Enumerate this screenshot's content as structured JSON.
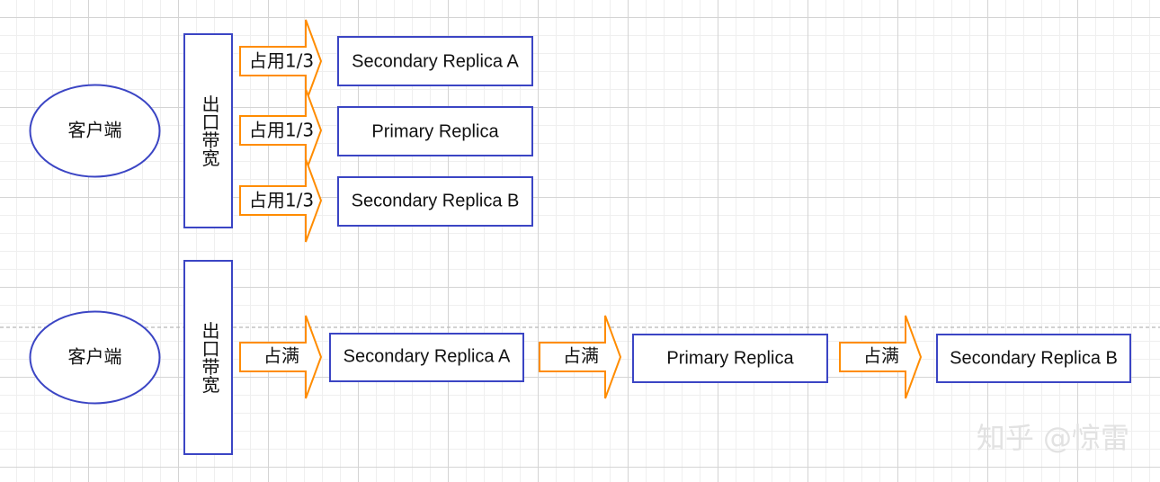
{
  "colors": {
    "node_border": "#3b45c4",
    "arrow_border": "#ff8c00",
    "watermark": "#e2e2e2"
  },
  "top": {
    "client": "客户端",
    "egress_bandwidth": "出口带宽",
    "arrow_labels": [
      "占用1/3",
      "占用1/3",
      "占用1/3"
    ],
    "replicas": [
      "Secondary Replica A",
      "Primary Replica",
      "Secondary Replica B"
    ]
  },
  "bottom": {
    "client": "客户端",
    "egress_bandwidth": "出口带宽",
    "arrow_labels": [
      "占满",
      "占满",
      "占满"
    ],
    "replicas": [
      "Secondary Replica A",
      "Primary Replica",
      "Secondary Replica B"
    ]
  },
  "watermark": "知乎 @惊雷"
}
